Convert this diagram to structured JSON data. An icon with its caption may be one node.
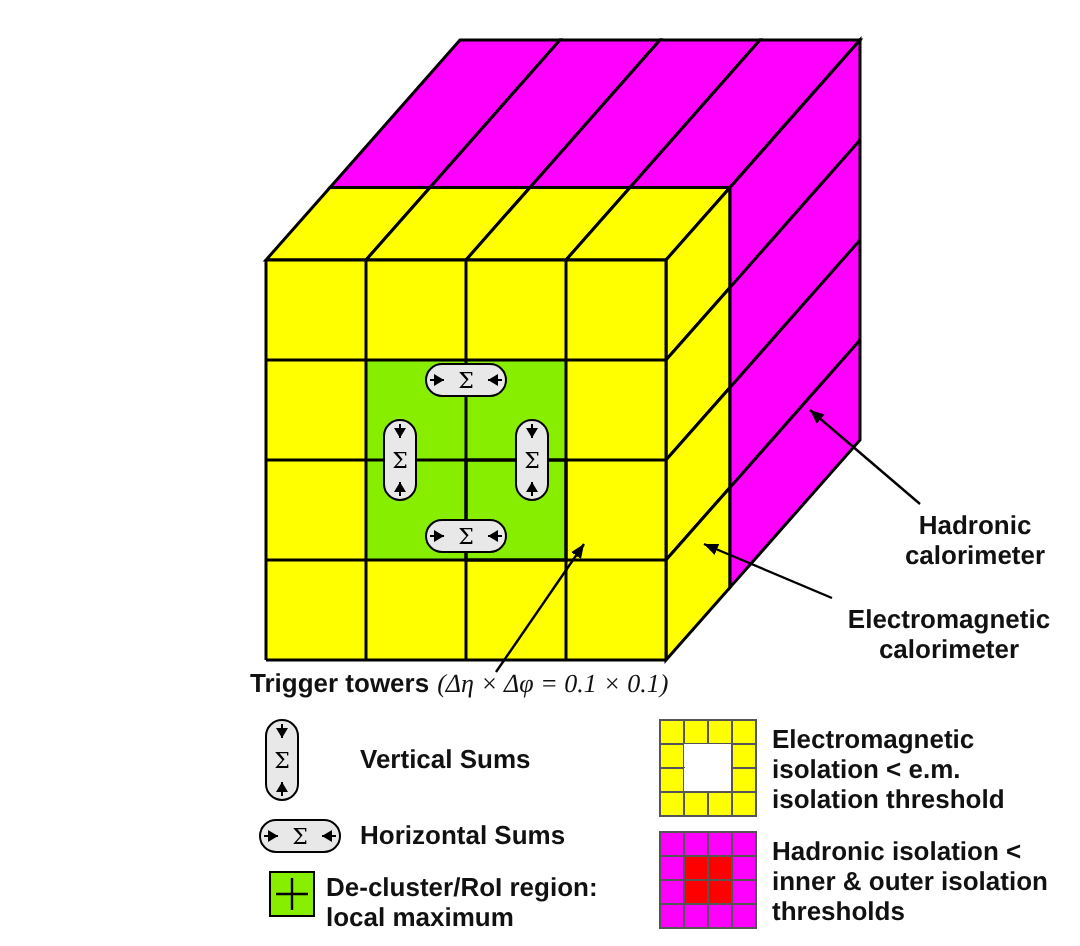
{
  "diagram": {
    "nodes": [
      {
        "text": [
          "Hadronic calorimeter"
        ]
      },
      {
        "text": [],
        "shape": "box"
      },
      {
        "text": [
          "Electromagnetic calorimeter"
        ]
      },
      {
        "text": [],
        "shape": "box"
      },
      {
        "text": [
          "Trigger towers",
          "(Δη × Δφ = 0.1 × 0.1)"
        ]
      },
      {
        "text": [],
        "shape": "box",
        "in": 3
      }
    ],
    "edges": [
      {
        "from": 0,
        "to": 1,
        "arrow": "to"
      },
      {
        "from": 2,
        "to": 3,
        "arrow": "to"
      },
      {
        "from": 4,
        "to": 5,
        "arrow": "to"
      }
    ],
    "labels": [
      "Σ",
      "Σ",
      "Σ",
      "Σ",
      "Σ",
      "Σ"
    ],
    "legend": [
      {
        "text": "Vertical Sums"
      },
      {
        "text": "Horizontal Sums"
      },
      {
        "text": "De-cluster/RoI region: local maximum",
        "color": "#88ee00"
      },
      {
        "text": "Electromagnetic isolation < e.m. isolation threshold"
      },
      {
        "text": "Hadronic isolation < inner & outer isolation thresholds"
      }
    ]
  }
}
